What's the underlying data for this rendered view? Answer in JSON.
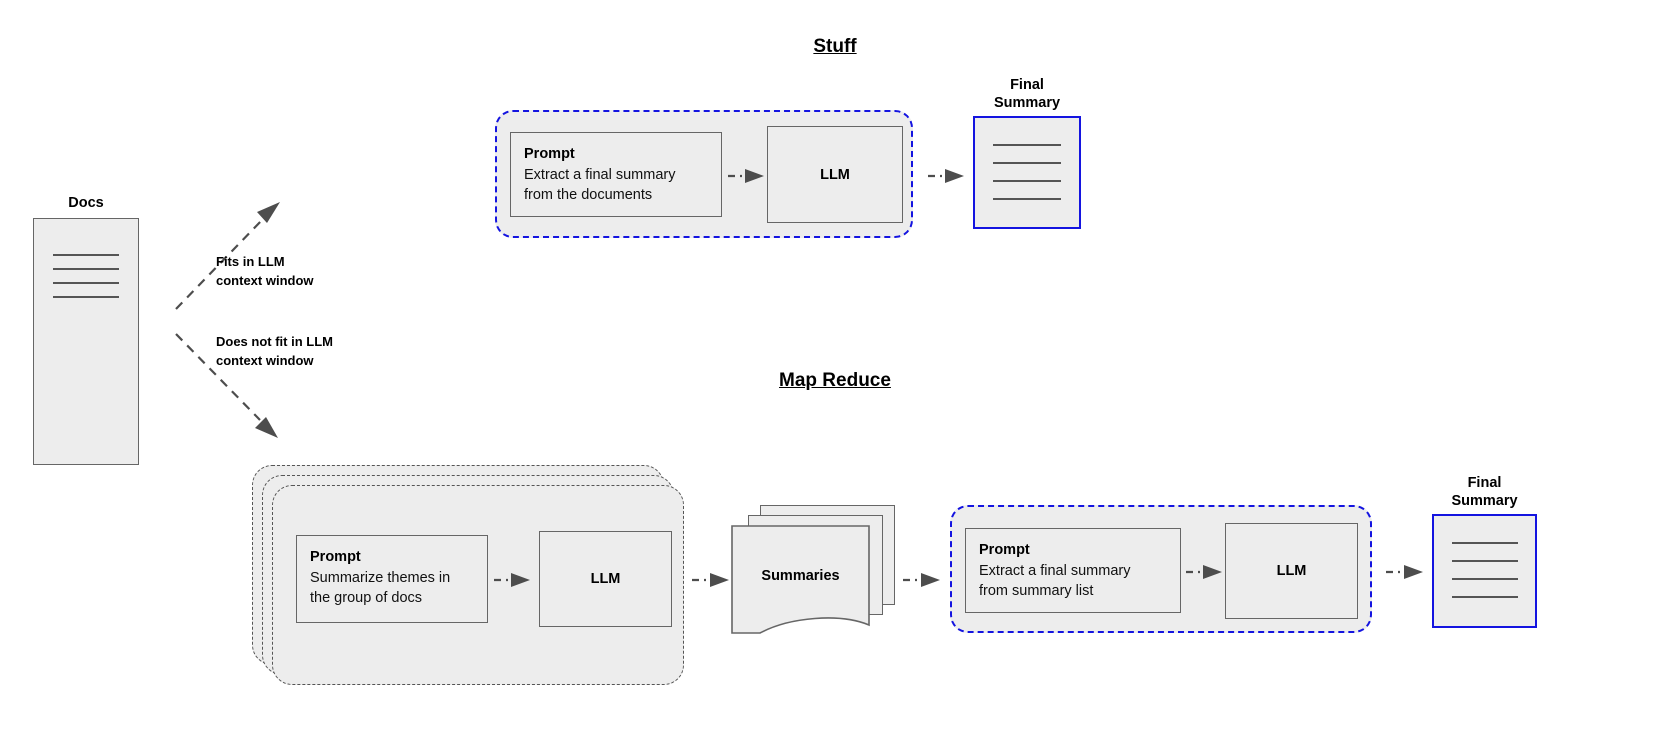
{
  "diagram": {
    "title_stuff": "Stuff",
    "title_map_reduce": "Map Reduce",
    "colors": {
      "fill": "#ededed",
      "stroke": "#666666",
      "accent_blue": "#1414e0",
      "arrow": "#4d4d4d",
      "text": "#000000"
    }
  },
  "source": {
    "caption": "Docs",
    "line_count": 4
  },
  "branches": [
    {
      "label_line1": "Fits in LLM",
      "label_line2": "context window",
      "target": "stuff"
    },
    {
      "label_line1": "Does not fit in LLM",
      "label_line2": "context window",
      "target": "map-reduce"
    }
  ],
  "stuff": {
    "title": "Stuff",
    "prompt": {
      "heading": "Prompt",
      "line1": "Extract a final summary",
      "line2": "from the documents"
    },
    "llm": {
      "label": "LLM"
    },
    "final_summary": {
      "caption_line1": "Final",
      "caption_line2": "Summary",
      "line_count": 4
    }
  },
  "map_reduce": {
    "title": "Map Reduce",
    "map_stage": {
      "stack_count": 3,
      "prompt": {
        "heading": "Prompt",
        "line1": "Summarize themes in",
        "line2": "the group of docs"
      },
      "llm": {
        "label": "LLM"
      }
    },
    "summaries": {
      "label": "Summaries",
      "sheet_count": 3
    },
    "reduce_stage": {
      "prompt": {
        "heading": "Prompt",
        "line1": "Extract a final summary",
        "line2": "from summary list"
      },
      "llm": {
        "label": "LLM"
      }
    },
    "final_summary": {
      "caption_line1": "Final",
      "caption_line2": "Summary",
      "line_count": 4
    }
  }
}
